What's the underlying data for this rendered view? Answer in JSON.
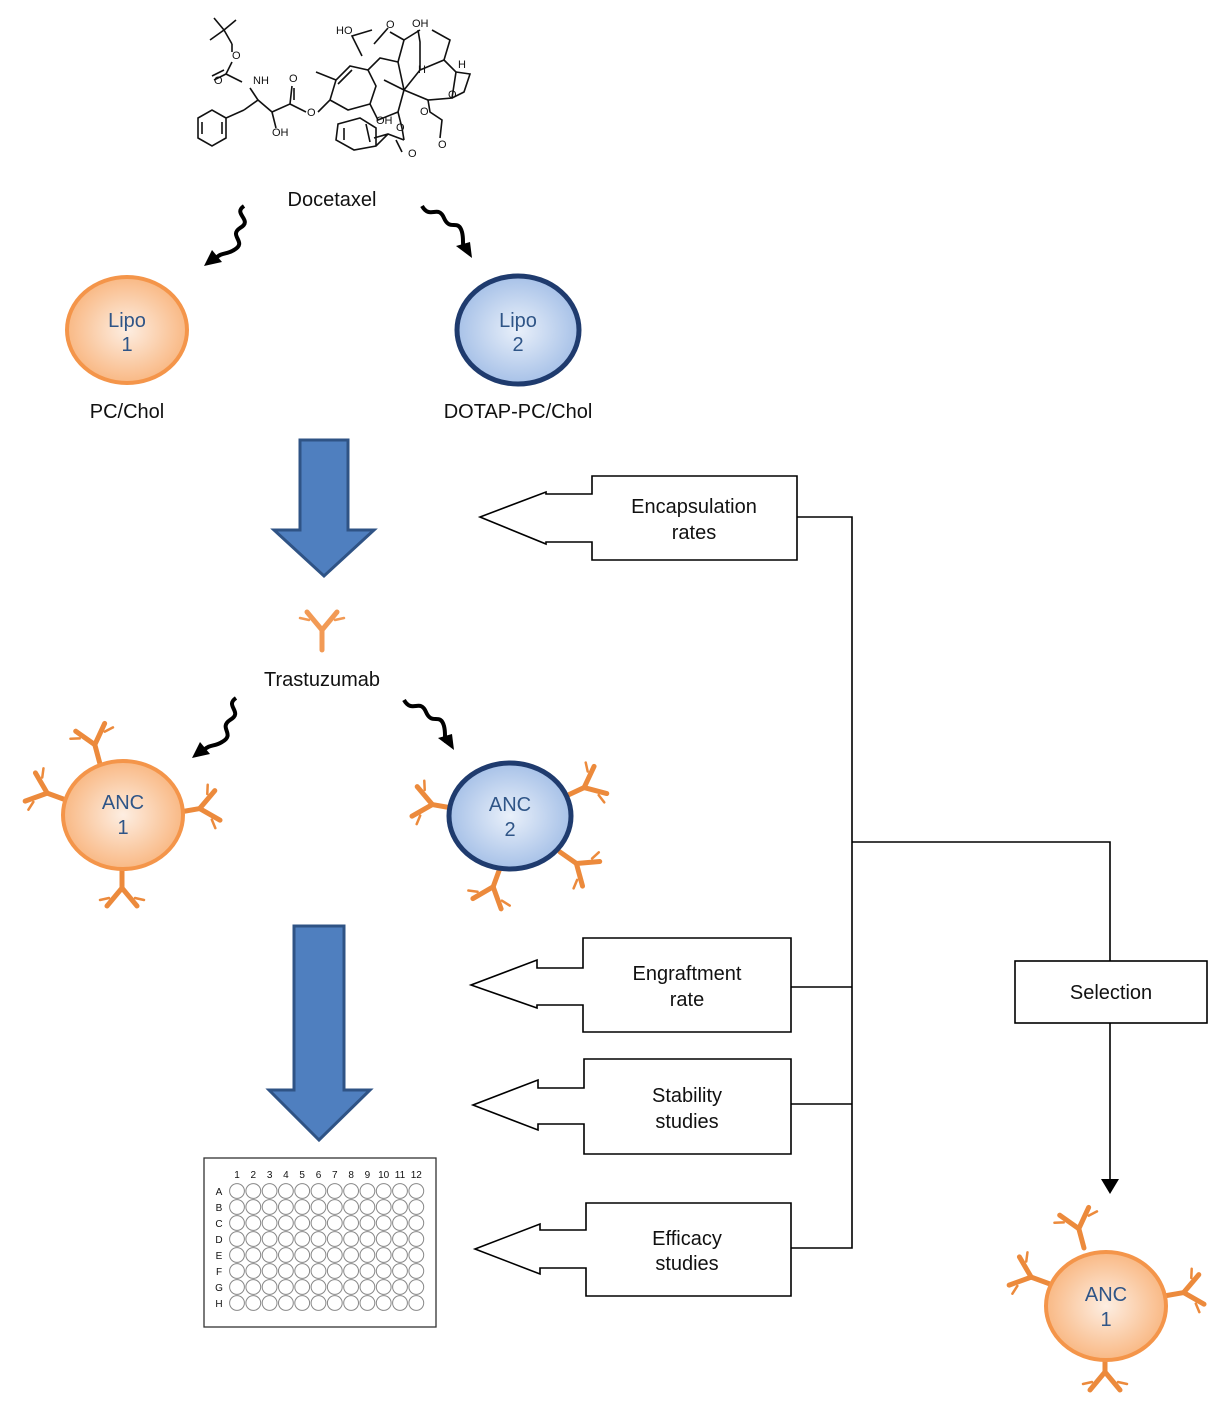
{
  "colors": {
    "orange": "#f4954a",
    "orange_fill": "#f8a96a",
    "orange_fill_light": "#fde8d6",
    "blue": "#1f3b6e",
    "blue_fill": "#8fb0e0",
    "blue_fill_light": "#e3ecf8",
    "arrow_blue": "#4f7fbf",
    "arrow_blue_edge": "#2f5385",
    "antibody": "#ec8a3c",
    "inner_text": "#2f5587"
  },
  "drug": {
    "name": "Docetaxel",
    "atom_labels": [
      "HO",
      "O",
      "OH",
      "NH",
      "O",
      "O",
      "H",
      "H",
      "O",
      "O",
      "O",
      "OH",
      "OH",
      "O",
      "O",
      "O",
      "O"
    ]
  },
  "liposomes": {
    "lipo1": {
      "line1": "Lipo",
      "line2": "1",
      "formulation": "PC/Chol"
    },
    "lipo2": {
      "line1": "Lipo",
      "line2": "2",
      "formulation": "DOTAP-PC/Chol"
    }
  },
  "antibody": {
    "name": "Trastuzumab"
  },
  "anc": {
    "anc1": {
      "line1": "ANC",
      "line2": "1"
    },
    "anc2": {
      "line1": "ANC",
      "line2": "2"
    },
    "selected": {
      "line1": "ANC",
      "line2": "1"
    }
  },
  "plate": {
    "columns": [
      "1",
      "2",
      "3",
      "4",
      "5",
      "6",
      "7",
      "8",
      "9",
      "10",
      "11",
      "12"
    ],
    "rows": [
      "A",
      "B",
      "C",
      "D",
      "E",
      "F",
      "G",
      "H"
    ]
  },
  "criteria": {
    "encapsulation": {
      "line1": "Encapsulation",
      "line2": "rates"
    },
    "engraftment": {
      "line1": "Engraftment",
      "line2": "rate"
    },
    "stability": {
      "line1": "Stability",
      "line2": "studies"
    },
    "efficacy": {
      "line1": "Efficacy",
      "line2": "studies"
    }
  },
  "selection": {
    "label": "Selection"
  }
}
